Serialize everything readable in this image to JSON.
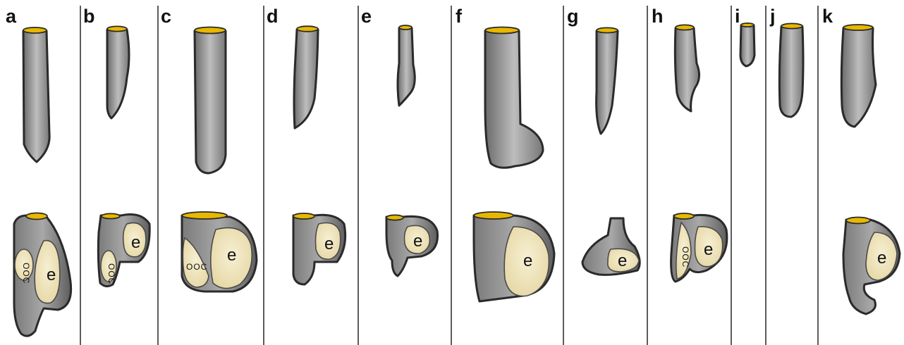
{
  "panels": [
    {
      "letter": "a",
      "labels": [
        "OOC",
        "e"
      ]
    },
    {
      "letter": "b",
      "labels": [
        "e",
        "OOC"
      ]
    },
    {
      "letter": "c",
      "labels": [
        "OOC",
        "e"
      ]
    },
    {
      "letter": "d",
      "labels": [
        "e"
      ]
    },
    {
      "letter": "e",
      "labels": [
        "e"
      ]
    },
    {
      "letter": "f",
      "labels": [
        "e"
      ]
    },
    {
      "letter": "g",
      "labels": [
        "e"
      ]
    },
    {
      "letter": "h",
      "labels": [
        "OOC",
        "e"
      ]
    },
    {
      "letter": "i",
      "labels": []
    },
    {
      "letter": "j",
      "labels": []
    },
    {
      "letter": "k",
      "labels": [
        "e"
      ]
    }
  ],
  "colors": {
    "tube_light": "#c8c8c8",
    "tube_dark": "#6e6e6e",
    "outline": "#2a2a2a",
    "rim": "#e8b800",
    "egg": "#f3e9c4",
    "divider": "#333333"
  }
}
